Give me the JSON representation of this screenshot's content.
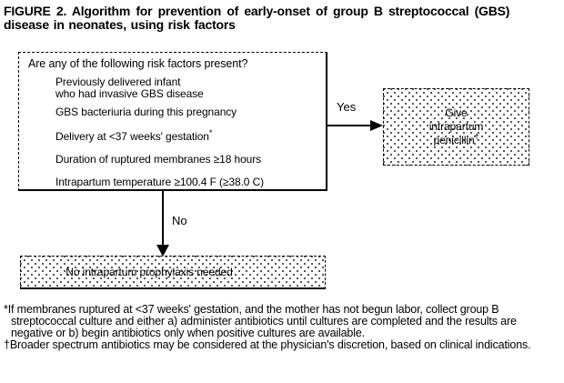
{
  "figure": {
    "title_line1": "FIGURE 2. Algorithm for prevention of early-onset of group B streptococcal (GBS)",
    "title_line2": "disease in neonates, using risk factors"
  },
  "flowchart": {
    "decision_box": {
      "question": "Are any of the following risk factors present?",
      "risk_factors": [
        "Previously delivered infant\nwho had invasive GBS disease",
        "GBS bacteriuria during this pregnancy",
        "Delivery at <37 weeks' gestation",
        "Duration of ruptured membranes ≥18 hours",
        "Intrapartum temperature ≥100.4 F (≥38.0 C)"
      ],
      "gestation_footnote_marker": "*"
    },
    "yes_branch": {
      "label": "Yes"
    },
    "no_branch": {
      "label": "No"
    },
    "penicillin_box": {
      "line1": "Give",
      "line2": "intrapartum",
      "line3": "penicillin",
      "footnote_marker": "†"
    },
    "no_prophylaxis_box": {
      "text": "No intrapartum prophylaxis needed"
    }
  },
  "footnotes": [
    {
      "marker": "*",
      "text": "If membranes ruptured at <37 weeks' gestation, and the mother has not begun labor, collect group B streptococcal culture and either a) administer antibiotics until cultures are completed and the results are negative or b) begin antibiotics only when positive cultures are available."
    },
    {
      "marker": "†",
      "text": "Broader spectrum antibiotics may be considered at the physician's discretion, based on clinical indications."
    }
  ],
  "colors": {
    "ink": "#000000",
    "background": "#ffffff"
  }
}
